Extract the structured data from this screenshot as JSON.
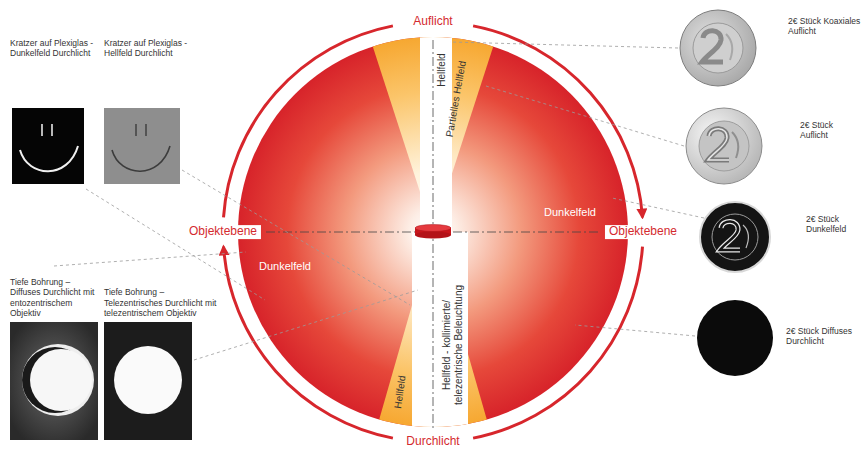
{
  "diagram": {
    "nodes": [
      {
        "text": [
          "Kratzer auf Plexiglas - Dunkelfeld Durchlicht"
        ]
      },
      {
        "text": [
          "Kratzer auf Plexiglas - Hellfeld Durchlicht"
        ]
      },
      {
        "text": [
          "Tiefe Bohrung – Diffuses Durchlicht mit entozentrischem Objektiv"
        ]
      },
      {
        "text": [
          "Tiefe Bohrung – Telezentrisches Durchlicht mit telezentrischem Objektiv"
        ]
      },
      {
        "text": [
          "2€ Stück Koaxiales Auflicht"
        ]
      },
      {
        "text": [
          "2€ Stück Auflicht"
        ]
      },
      {
        "text": [
          "2€ Stück Dunkelfeld"
        ]
      },
      {
        "text": [
          "2€ Stück Diffuses Durchlicht"
        ]
      }
    ],
    "labels": [
      "Auflicht",
      "Objektebene",
      "Objektebene",
      "Hellfeld",
      "Partielles Hellfeld",
      "Dunkelfeld",
      "Dunkelfeld",
      "Hellfeld",
      "Hellfeld - kollimierte/ telezentrische Beleuchtung",
      "Durchlicht"
    ]
  }
}
